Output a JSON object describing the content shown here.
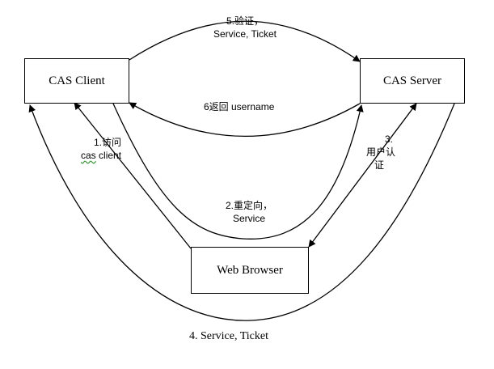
{
  "nodes": {
    "cas_client": "CAS Client",
    "cas_server": "CAS Server",
    "web_browser": "Web Browser"
  },
  "edges": {
    "step1_line1": "1.访问",
    "step1_line2_a": "cas",
    "step1_line2_b": " client",
    "step2_line1": "2.重定向，",
    "step2_line2": "Service",
    "step3_line1": "3.",
    "step3_line2": "用户认",
    "step3_line3": "证",
    "step4": "4. Service, Ticket",
    "step5_line1": "5.验证，",
    "step5_line2": "Service, Ticket",
    "step6": "6返回 username"
  }
}
